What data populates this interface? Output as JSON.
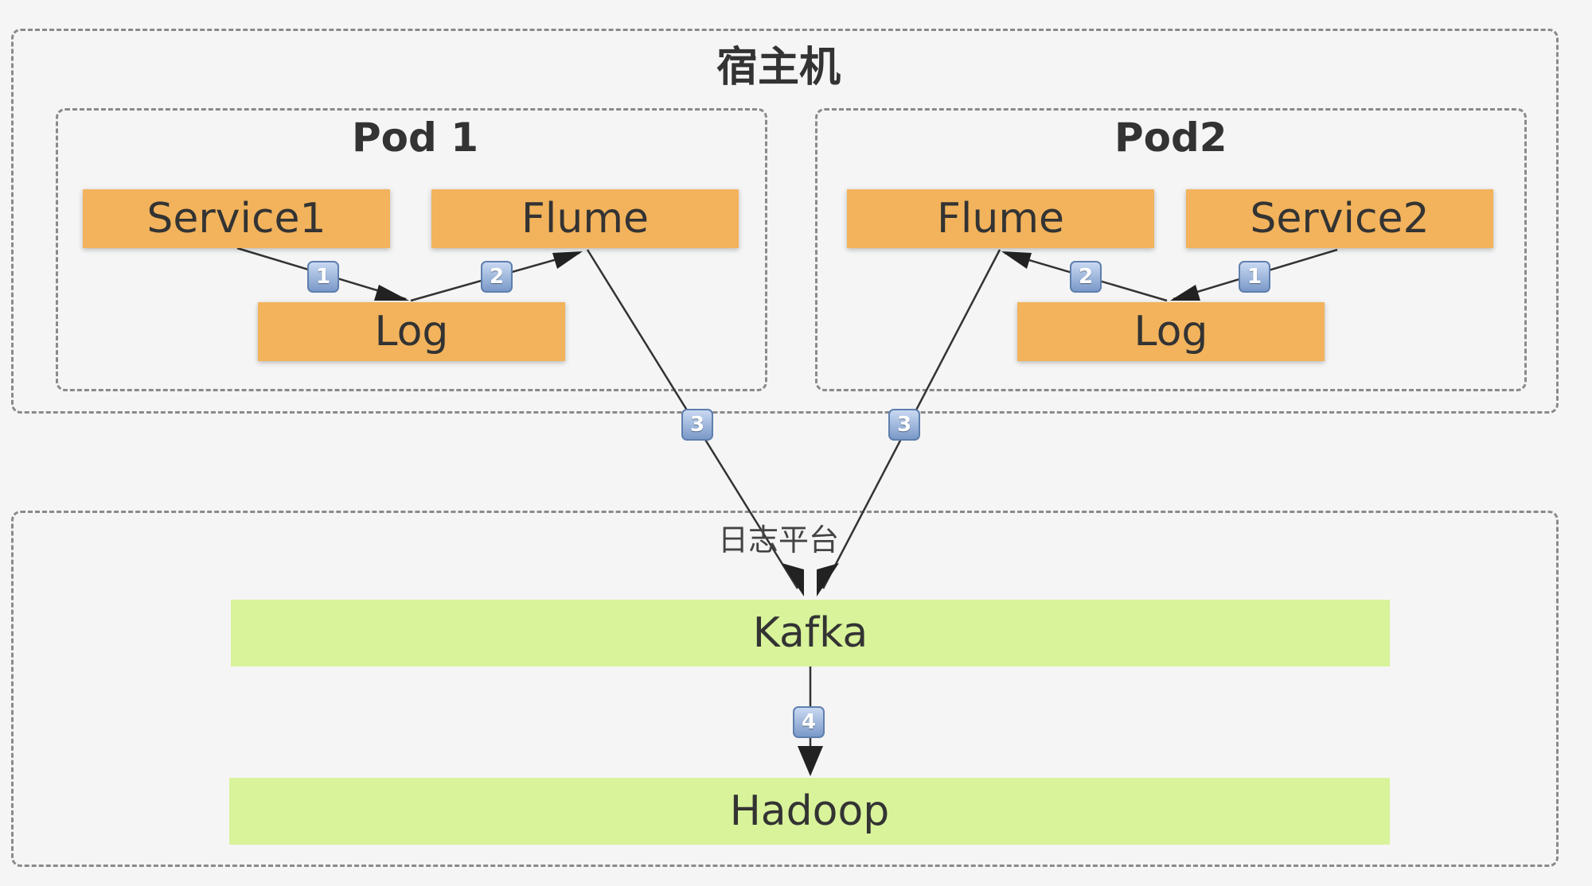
{
  "host": {
    "title": "宿主机"
  },
  "pod1": {
    "title": "Pod 1",
    "service": "Service1",
    "flume": "Flume",
    "log": "Log"
  },
  "pod2": {
    "title": "Pod2",
    "flume": "Flume",
    "service": "Service2",
    "log": "Log"
  },
  "platform": {
    "title": "日志平台",
    "kafka": "Kafka",
    "hadoop": "Hadoop"
  },
  "steps": [
    "1",
    "2",
    "3",
    "4"
  ],
  "colors": {
    "component": "#f2b35c",
    "platform_component": "#d8f39a",
    "badge": "#7a99c8"
  }
}
